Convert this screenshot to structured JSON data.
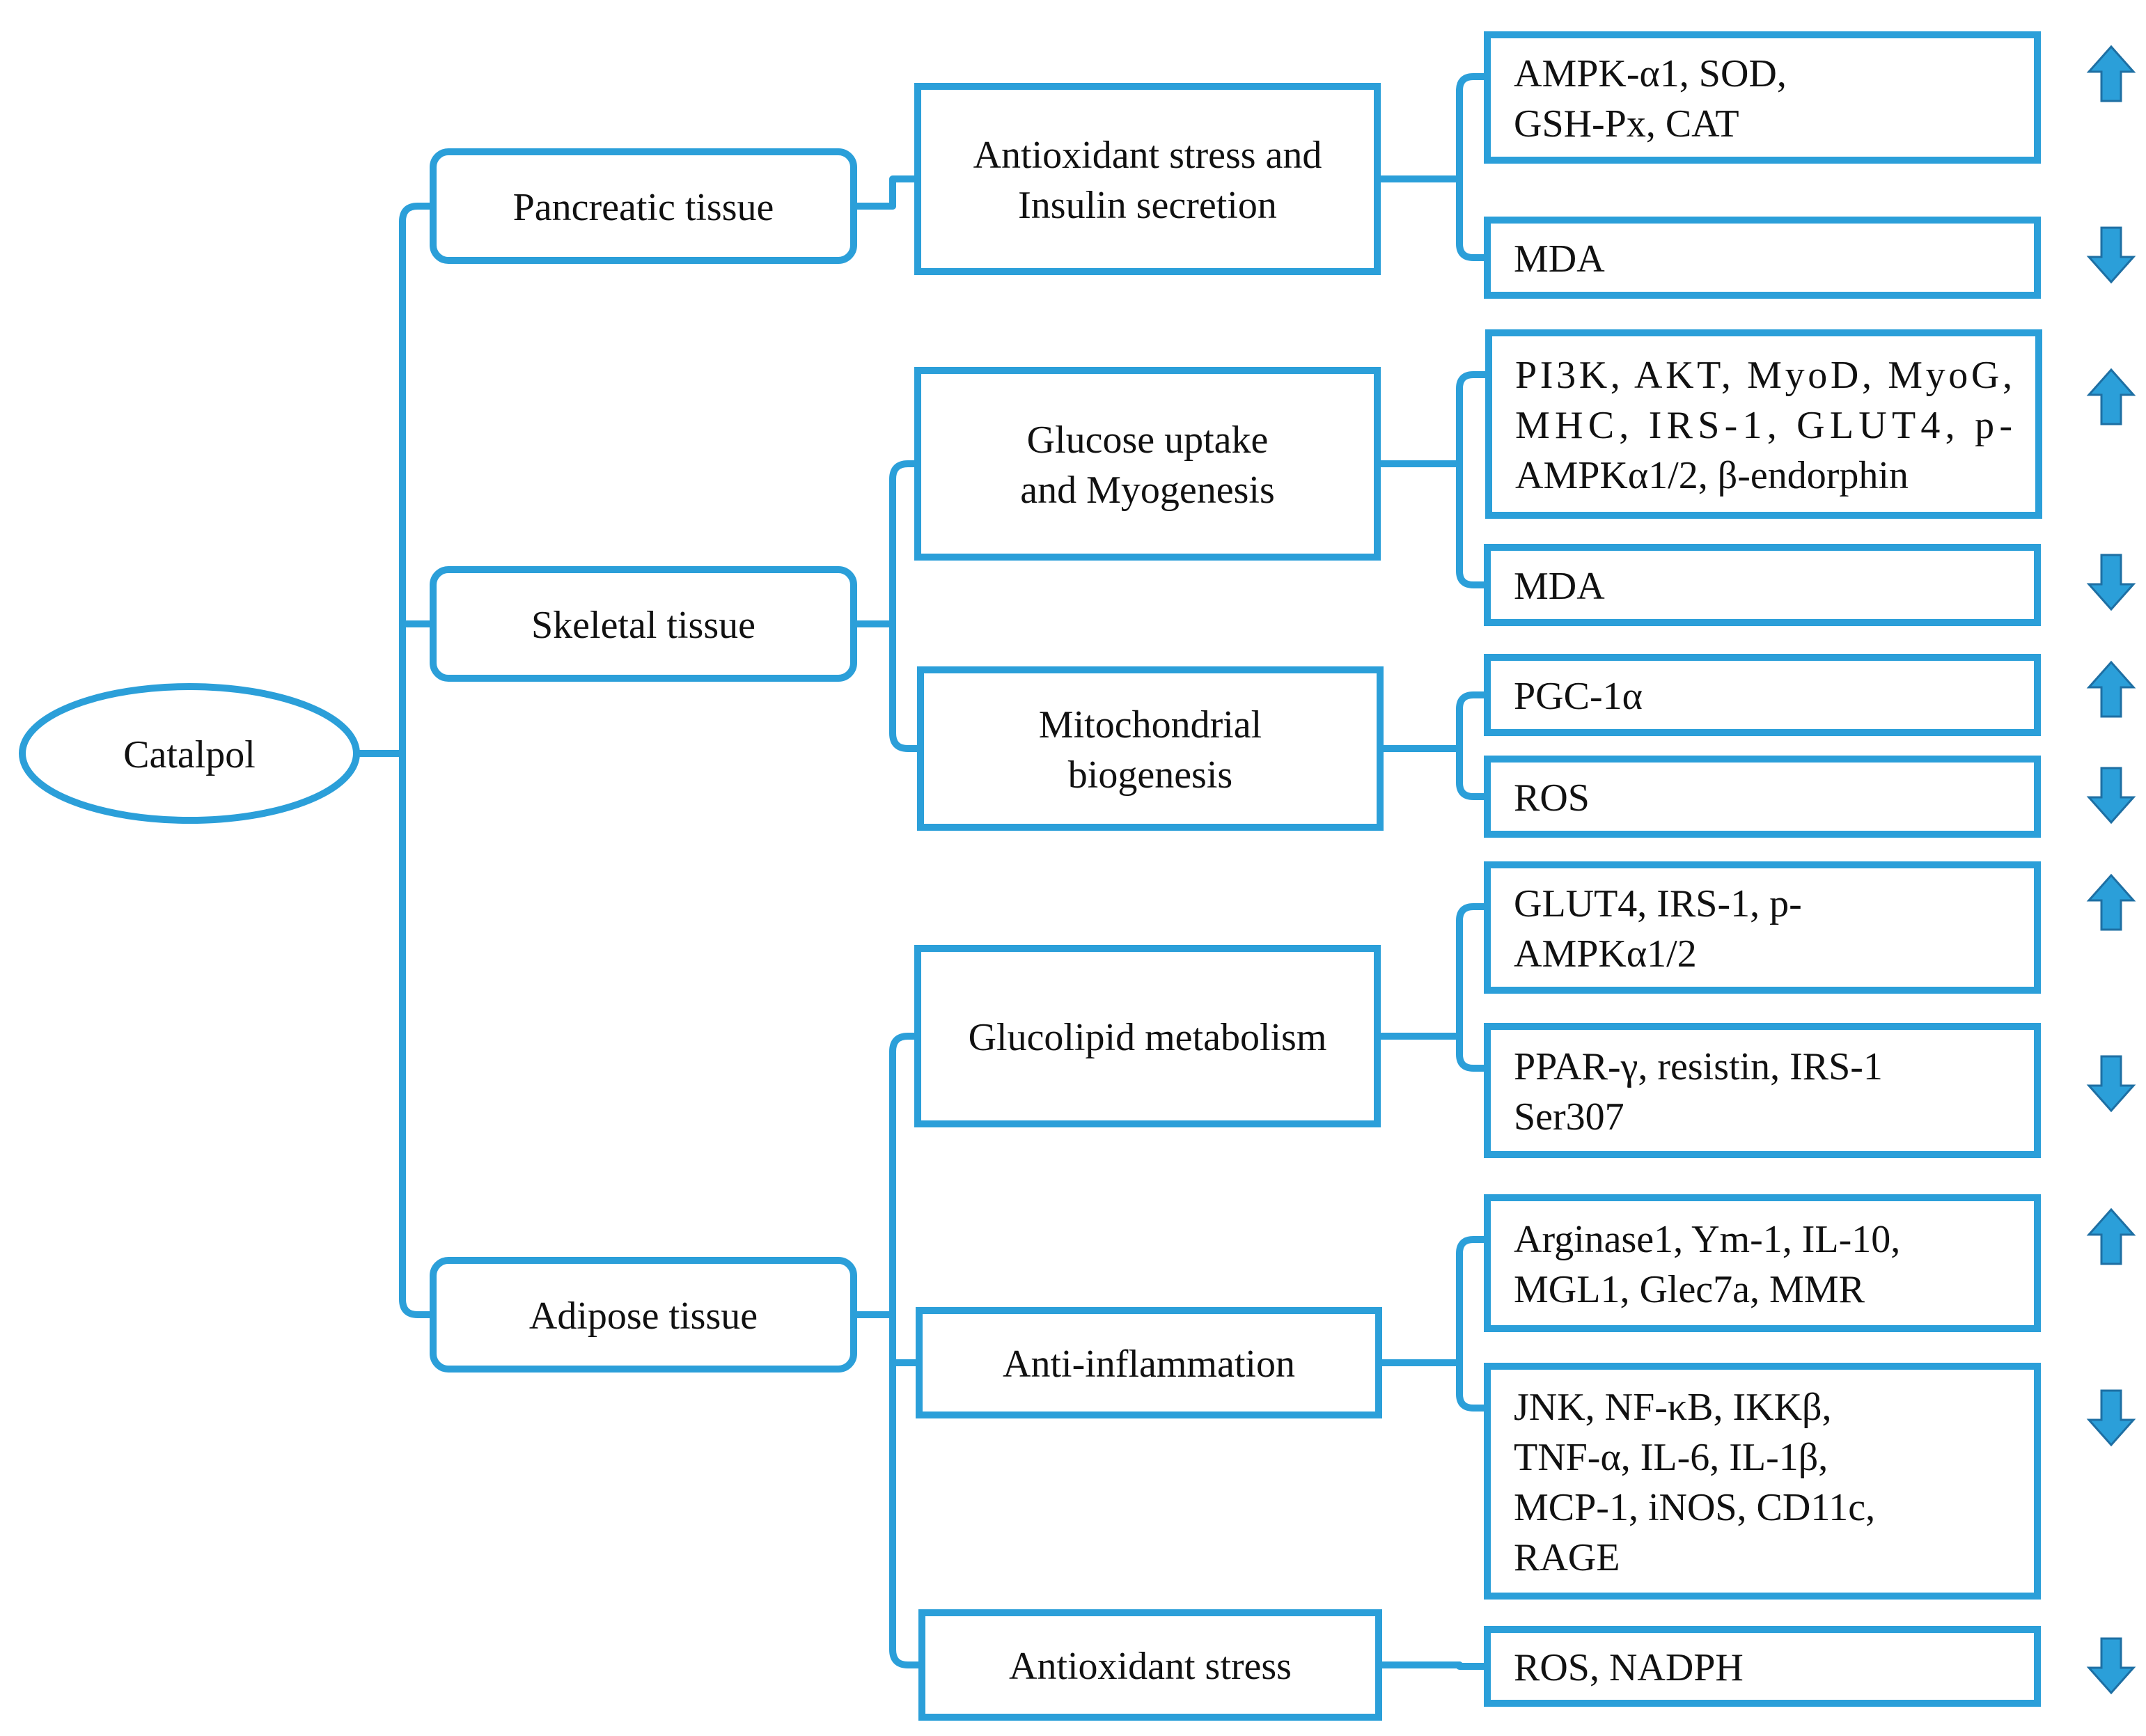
{
  "colors": {
    "stroke": "#2b9fd9",
    "arrow_fill": "#2b9fd9",
    "arrow_edge": "#1e6fa3",
    "text": "#111111"
  },
  "root": {
    "label": "Catalpol"
  },
  "tissues": [
    {
      "id": "pancreatic",
      "label": "Pancreatic tissue"
    },
    {
      "id": "skeletal",
      "label": "Skeletal tissue"
    },
    {
      "id": "adipose",
      "label": "Adipose tissue"
    }
  ],
  "effects": [
    {
      "id": "antioxidant-insulin",
      "tissue": "pancreatic",
      "lines": [
        "Antioxidant stress and",
        "Insulin secretion"
      ]
    },
    {
      "id": "glucose-myogenesis",
      "tissue": "skeletal",
      "lines": [
        "Glucose uptake",
        "and Myogenesis"
      ]
    },
    {
      "id": "mitochondrial",
      "tissue": "skeletal",
      "lines": [
        "Mitochondrial",
        "biogenesis"
      ]
    },
    {
      "id": "glucolipid",
      "tissue": "adipose",
      "lines": [
        "Glucolipid metabolism"
      ]
    },
    {
      "id": "anti-inflammation",
      "tissue": "adipose",
      "lines": [
        "Anti-inflammation"
      ]
    },
    {
      "id": "antioxidant",
      "tissue": "adipose",
      "lines": [
        "Antioxidant stress"
      ]
    }
  ],
  "markers": [
    {
      "id": "m1",
      "effect": "antioxidant-insulin",
      "direction": "up",
      "lines": [
        "AMPK-α1, SOD,",
        "GSH-Px, CAT"
      ]
    },
    {
      "id": "m2",
      "effect": "antioxidant-insulin",
      "direction": "down",
      "lines": [
        "MDA"
      ]
    },
    {
      "id": "m3",
      "effect": "glucose-myogenesis",
      "direction": "up",
      "justify": true,
      "lines": [
        "PI3K, AKT, MyoD, MyoG,",
        "MHC, IRS-1, GLUT4, p-",
        "AMPKα1/2, β-endorphin"
      ]
    },
    {
      "id": "m4",
      "effect": "glucose-myogenesis",
      "direction": "down",
      "lines": [
        "MDA"
      ]
    },
    {
      "id": "m5",
      "effect": "mitochondrial",
      "direction": "up",
      "lines": [
        "PGC-1α"
      ]
    },
    {
      "id": "m6",
      "effect": "mitochondrial",
      "direction": "down",
      "lines": [
        "ROS"
      ]
    },
    {
      "id": "m7",
      "effect": "glucolipid",
      "direction": "up",
      "lines": [
        "GLUT4, IRS-1, p-",
        "AMPKα1/2"
      ]
    },
    {
      "id": "m8",
      "effect": "glucolipid",
      "direction": "down",
      "lines": [
        "PPAR-γ, resistin, IRS-1",
        "Ser307"
      ]
    },
    {
      "id": "m9",
      "effect": "anti-inflammation",
      "direction": "up",
      "lines": [
        "Arginase1, Ym-1, IL-10,",
        " MGL1, Glec7a, MMR"
      ]
    },
    {
      "id": "m10",
      "effect": "anti-inflammation",
      "direction": "down",
      "lines": [
        "JNK, NF-κB, IKKβ,",
        "TNF-α, IL-6, IL-1β,",
        "MCP-1, iNOS, CD11c,",
        "RAGE"
      ]
    },
    {
      "id": "m11",
      "effect": "antioxidant",
      "direction": "down",
      "lines": [
        "ROS, NADPH"
      ]
    }
  ]
}
